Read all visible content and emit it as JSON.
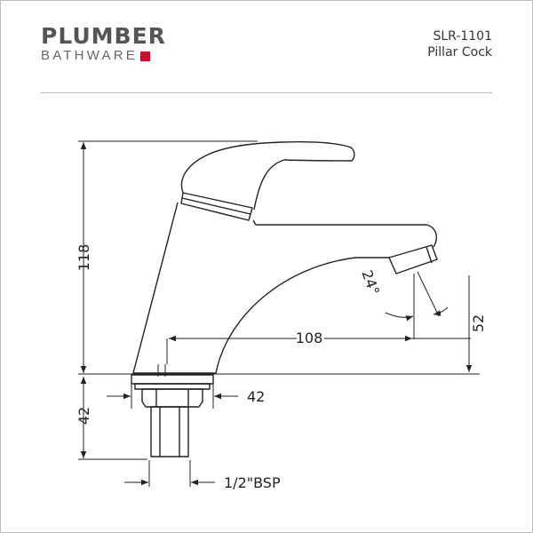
{
  "brand": {
    "name_top": "PLUMBER",
    "name_bottom": "BATHWARE",
    "accent_color": "#c8102e"
  },
  "product": {
    "code": "SLR-1101",
    "name": "Pillar Cock"
  },
  "dimensions": {
    "total_height": "118",
    "spout_reach": "108",
    "spout_height": "52",
    "spout_angle": "24°",
    "base_width": "42",
    "shank_length": "42",
    "thread": "1/2\"BSP"
  }
}
